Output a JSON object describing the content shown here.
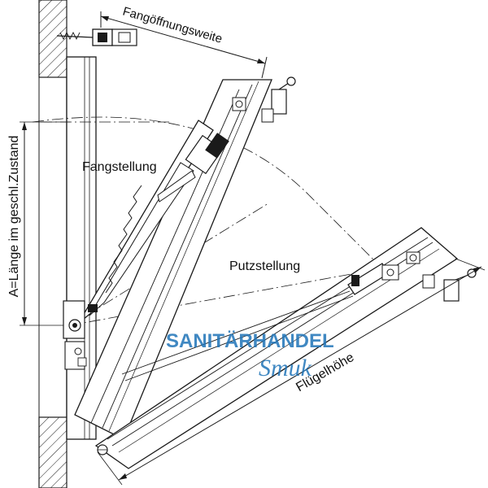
{
  "labels": {
    "catch_opening_width": "Fangöffnungsweite",
    "catch_position": "Fangstellung",
    "cleaning_position": "Putzstellung",
    "length_closed_state": "A=Länge im geschl.Zustand",
    "sash_height": "Flügelhöhe"
  },
  "watermark": {
    "line1": "SANITÄRHANDEL",
    "line2": "Smuk"
  },
  "colors": {
    "line": "#1a1a1a",
    "hatch": "#1a1a1a",
    "watermark": "#1f74b8",
    "background": "#ffffff"
  }
}
